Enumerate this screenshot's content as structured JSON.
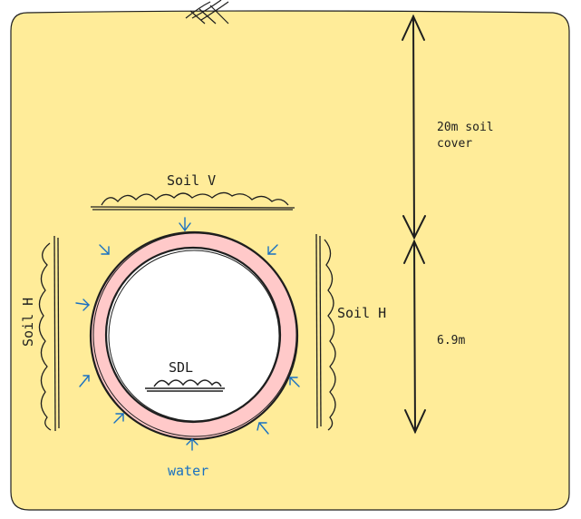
{
  "labels": {
    "soil_v": "Soil V",
    "soil_h_left": "Soil H",
    "soil_h_right": "Soil H",
    "sdl": "SDL",
    "water": "water",
    "cover_line1": "20m soil",
    "cover_line2": "cover",
    "diameter": "6.9m"
  },
  "colors": {
    "background": "#ffec99",
    "pipe_wall": "#ffc9c9",
    "pipe_inner": "#ffffff",
    "stroke": "#1e1e1e",
    "water_arrow": "#1971c2"
  }
}
